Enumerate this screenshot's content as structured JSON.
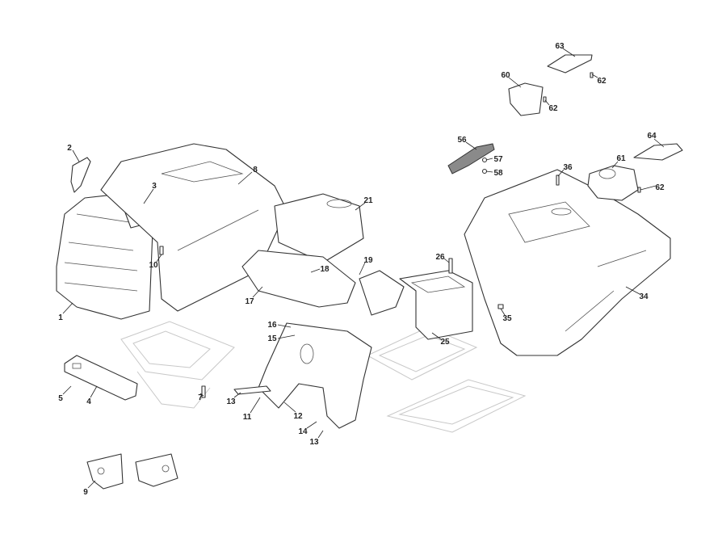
{
  "diagram": {
    "title_visible": false,
    "part_labels": [
      "63",
      "60",
      "62",
      "62",
      "56",
      "57",
      "58",
      "36",
      "64",
      "61",
      "62",
      "2",
      "3",
      "8",
      "21",
      "10",
      "1",
      "17",
      "18",
      "19",
      "26",
      "34",
      "16",
      "15",
      "25",
      "35",
      "4",
      "5",
      "7",
      "13",
      "11",
      "12",
      "14",
      "13",
      "9"
    ]
  }
}
